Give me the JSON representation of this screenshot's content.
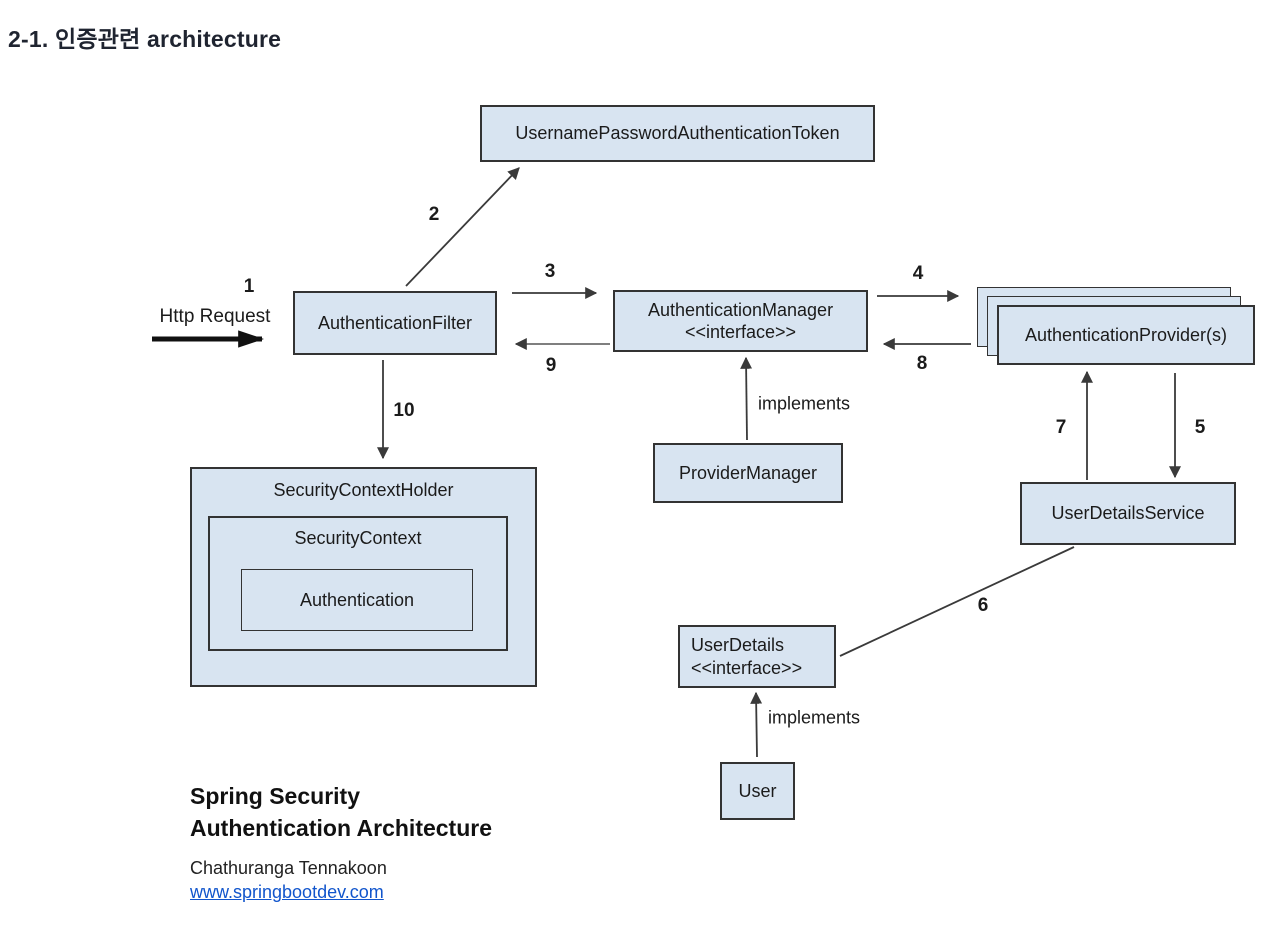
{
  "title": "2-1. 인증관련 architecture",
  "colors": {
    "box_fill": "#d8e4f1",
    "box_border": "#333333",
    "link_blue": "#1155cc",
    "arrow": "#3a3a3a"
  },
  "boxes": {
    "token": "UsernamePasswordAuthenticationToken",
    "filter": "AuthenticationFilter",
    "manager": "AuthenticationManager",
    "manager_stereotype": "<<interface>>",
    "providers": "AuthenticationProvider(s)",
    "provider_manager": "ProviderManager",
    "security_context_holder": "SecurityContextHolder",
    "security_context": "SecurityContext",
    "authentication": "Authentication",
    "user_details_service": "UserDetailsService",
    "user_details": "UserDetails",
    "user_details_stereotype": "<<interface>>",
    "user": "User"
  },
  "flow_labels": {
    "http_request": "Http Request",
    "step_1": "1",
    "step_2": "2",
    "step_3": "3",
    "step_4": "4",
    "step_5": "5",
    "step_6": "6",
    "step_7": "7",
    "step_8": "8",
    "step_9": "9",
    "step_10": "10",
    "implements_provider_manager": "implements",
    "implements_user": "implements"
  },
  "footer": {
    "heading_line1": "Spring Security",
    "heading_line2": "Authentication Architecture",
    "author": "Chathuranga Tennakoon",
    "website": "www.springbootdev.com"
  }
}
